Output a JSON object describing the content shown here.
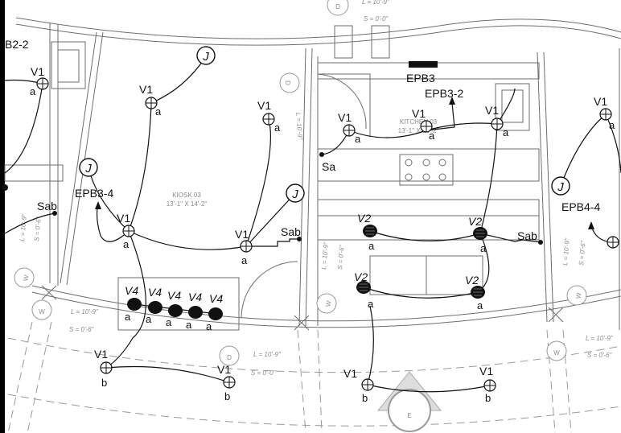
{
  "outlets": {
    "v1_topleft": "V1",
    "v1_topleft_sub": "a",
    "v1_kiosk_a": "V1",
    "v1_kiosk_a_sub": "a",
    "v1_kiosk_b": "V1",
    "v1_kiosk_b_sub": "a",
    "v1_kiosk_c": "V1",
    "v1_kiosk_c_sub": "a",
    "v1_kiosk_d": "V1",
    "v1_kiosk_d_sub": "a",
    "v1_kitchen_a": "V1",
    "v1_kitchen_a_sub": "a",
    "v1_kitchen_b": "V1",
    "v1_kitchen_b_sub": "a",
    "v1_kitchen_c": "V1",
    "v1_kitchen_c_sub": "a",
    "v1_right": "V1",
    "v1_right_sub": "a",
    "v1_bottom_a": "V1",
    "v1_bottom_a_sub": "b",
    "v1_bottom_b": "V1",
    "v1_bottom_b_sub": "b",
    "v1_bottom_c": "V1",
    "v1_bottom_c_sub": "b",
    "v1_bottom_d": "V1",
    "v1_bottom_d_sub": "b",
    "v2_a": "V2",
    "v2_a_sub": "a",
    "v2_b": "V2",
    "v2_b_sub": "a",
    "v2_c": "V2",
    "v2_c_sub": "a",
    "v2_d": "V2",
    "v2_d_sub": "a",
    "v4_label": "V4",
    "v4_sub": "a"
  },
  "junctions": {
    "j": "J"
  },
  "switches": {
    "sab": "Sab",
    "sa": "Sa"
  },
  "panels": {
    "epb2_2": "B2-2",
    "epb3": "EPB3",
    "epb3_2": "EPB3-2",
    "epb3_4": "EPB3-4",
    "epb4_4": "EPB4-4"
  },
  "rooms": {
    "kiosk_name": "KIOSK  03",
    "kiosk_size": "13'-1\" X 14'-2\"",
    "kitchen_name": "KITCHEN  03",
    "kitchen_size": "13'-1\" X 14'-2\""
  },
  "grid": {
    "d": "D",
    "w": "W",
    "e": "E"
  },
  "dims": {
    "l_10_9": "L = 10'-9\"",
    "s_0_0": "S = 0'-0\"",
    "s_0_6": "S = 0'-6\"",
    "l_10_9_v": "L = 10'-9\"",
    "s_0_6_v": "S = 0'-6\""
  }
}
